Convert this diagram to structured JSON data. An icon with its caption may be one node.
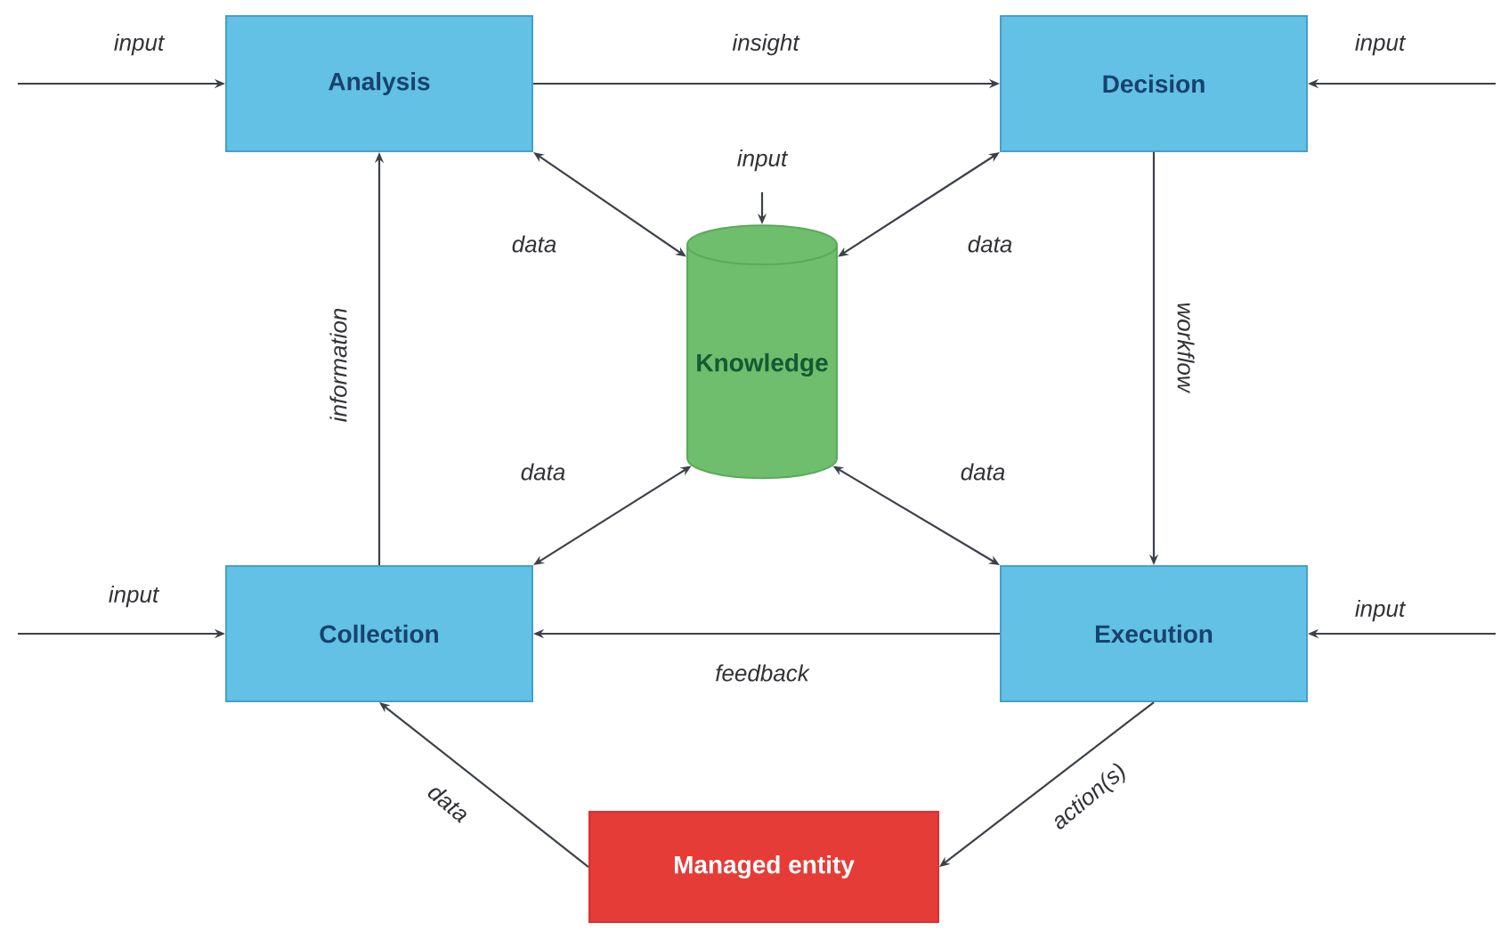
{
  "diagram": {
    "nodes": [
      {
        "text": [
          "Analysis"
        ]
      },
      {
        "text": [
          "Decision"
        ]
      },
      {
        "text": [
          "Knowledge"
        ]
      },
      {
        "text": [
          "Collection"
        ]
      },
      {
        "text": [
          "Execution"
        ]
      },
      {
        "text": [
          "Managed entity"
        ]
      }
    ],
    "edges": [
      {
        "from": null,
        "to": 0,
        "arrow": "to",
        "label": "input"
      },
      {
        "from": 0,
        "to": 1,
        "arrow": "to",
        "label": "insight"
      },
      {
        "from": null,
        "to": 1,
        "arrow": "to",
        "label": "input"
      },
      {
        "from": null,
        "to": 2,
        "arrow": "to",
        "label": "input"
      },
      {
        "from": 0,
        "to": 2,
        "arrow": "both",
        "label": "data"
      },
      {
        "from": 1,
        "to": 2,
        "arrow": "both",
        "label": "data"
      },
      {
        "from": 3,
        "to": 0,
        "arrow": "to",
        "label": "information"
      },
      {
        "from": 1,
        "to": 4,
        "arrow": "to",
        "label": "workflow"
      },
      {
        "from": 2,
        "to": 3,
        "arrow": "both",
        "label": "data"
      },
      {
        "from": 2,
        "to": 4,
        "arrow": "both",
        "label": "data"
      },
      {
        "from": null,
        "to": 3,
        "arrow": "to",
        "label": "input"
      },
      {
        "from": 4,
        "to": 3,
        "arrow": "to",
        "label": "feedback"
      },
      {
        "from": null,
        "to": 4,
        "arrow": "to",
        "label": "input"
      },
      {
        "from": 4,
        "to": 5,
        "arrow": "to",
        "label": "action(s)"
      },
      {
        "from": 5,
        "to": 3,
        "arrow": "to",
        "label": "data"
      }
    ]
  }
}
